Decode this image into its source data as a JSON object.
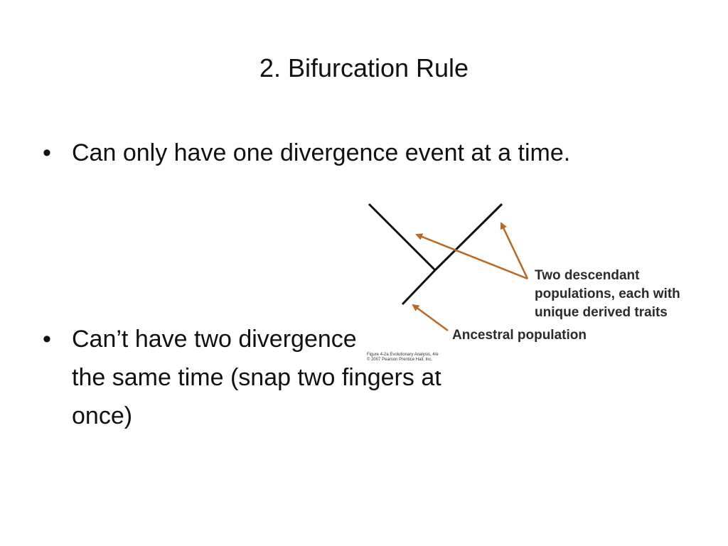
{
  "slide": {
    "title": "2.  Bifurcation Rule",
    "bullet_symbol": "•",
    "bullets": [
      {
        "text": "Can only have one divergence event at a time."
      },
      {
        "text": "Can’t have two divergence events at the same time (snap two fingers at once)"
      }
    ]
  },
  "figure": {
    "labels": {
      "descendant_line1": "Two descendant",
      "descendant_line2": "populations, each with",
      "descendant_line3": "unique derived traits",
      "ancestral": "Ancestral population"
    },
    "credit_line1": "Figure 4-2a  Evolutionary Analysis, 4/e",
    "credit_line2": "© 2007 Pearson Prentice Hall, Inc.",
    "colors": {
      "tree_line": "#111111",
      "arrow": "#c0661f",
      "label_text": "#2b2b2b"
    }
  }
}
